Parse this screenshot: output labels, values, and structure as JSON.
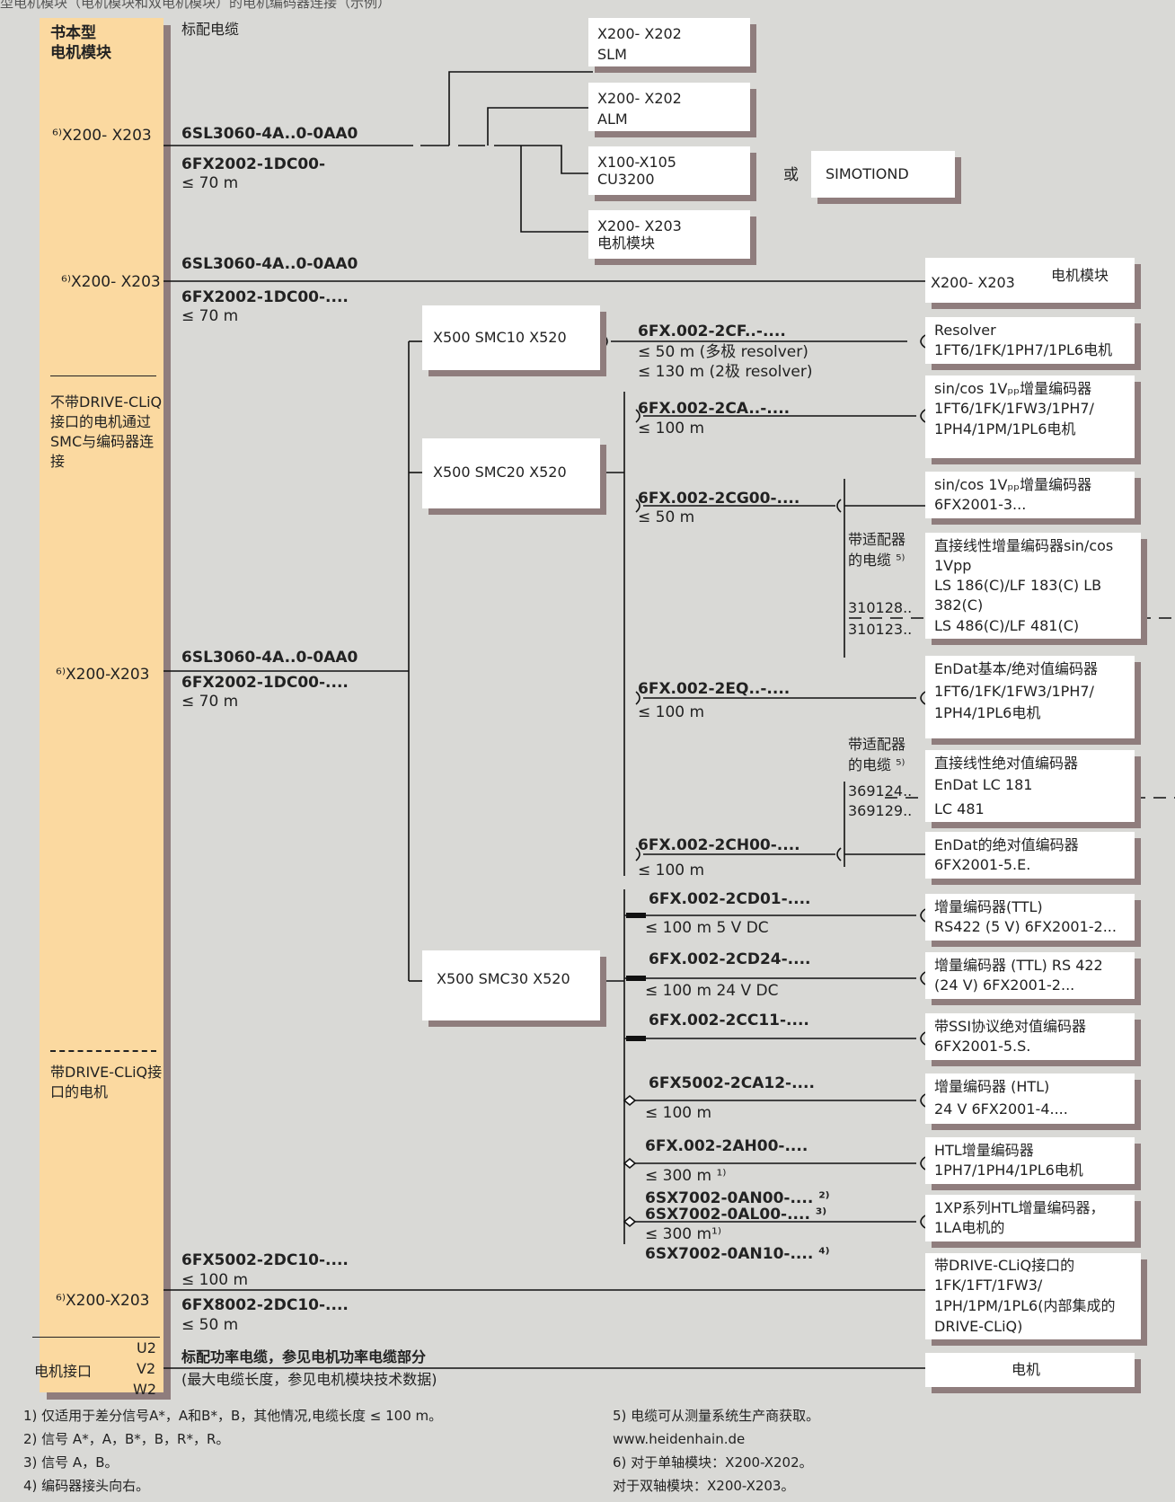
{
  "header_fragment": "型电机模块（电机模块和双电机模块）的电机编码器连接（示例）",
  "sidebar": {
    "title_line1": "书本型",
    "title_line2": "电机模块",
    "port1": "⁶⁾X200- X203",
    "port2": "⁶⁾X200- X203",
    "section_smc": [
      "不带DRIVE-CLiQ",
      "接口的电机通过",
      "SMC与编码器连",
      "接"
    ],
    "port3": "⁶⁾X200-X203",
    "section_dcliq": [
      "带DRIVE-CLiQ接",
      "口的电机"
    ],
    "port4": "⁶⁾X200-X203",
    "motor_port_label": "电机接口",
    "motor_terminals": [
      "U2",
      "V2",
      "W2"
    ]
  },
  "top": {
    "std_cable": "标配电缆",
    "cable_a1": "6SL3060-4A..0-0AA0",
    "cable_a2": "6FX2002-1DC00-",
    "len_a": "≤ 70 m",
    "cable_b1": "6SL3060-4A..0-0AA0",
    "cable_b2": "6FX2002-1DC00-....",
    "len_b": "≤ 70 m",
    "or_text": "或",
    "simotion": "SIMOTIOND"
  },
  "targets": {
    "slm": [
      "X200- X202",
      "SLM"
    ],
    "alm": [
      "X200- X202",
      " ALM"
    ],
    "cu": [
      "X100-X105",
      "CU3200"
    ],
    "mm": [
      "X200- X203",
      "电机模块"
    ],
    "mm2_port": "X200- X203",
    "mm2_label": "电机模块"
  },
  "smc": {
    "smc10": "X500 SMC10 X520",
    "smc20": "X500 SMC20 X520",
    "smc30": "X500 SMC30 X520",
    "main_cable1": "6SL3060-4A..0-0AA0",
    "main_cable2": "6FX2002-1DC00-....",
    "main_len": "≤ 70 m"
  },
  "cables": {
    "c1": "6FX.002-2CF..-....",
    "c1_len1": "≤ 50 m (多极 resolver)",
    "c1_len2": "≤ 130 m  (2极 resolver)",
    "c2": "6FX.002-2CA..-....",
    "c2_len": "≤ 100 m",
    "c3": "6FX.002-2CG00-....",
    "c3_len": "≤ 50 m",
    "adapter1": [
      "带适配器",
      "的电缆 ⁵⁾",
      "310128..",
      "310123.."
    ],
    "c4": "6FX.002-2EQ..-....",
    "c4_len": "≤ 100 m",
    "adapter2": [
      "带适配器",
      "的电缆 ⁵⁾",
      "369124..",
      "369129.."
    ],
    "c5": "6FX.002-2CH00-....",
    "c5_len": "≤ 100 m",
    "c6": "6FX.002-2CD01-....",
    "c6_len": "≤ 100 m 5 V DC",
    "c7": "6FX.002-2CD24-....",
    "c7_len": "≤ 100 m 24 V DC",
    "c8": "6FX.002-2CC11-....",
    "c9": "6FX5002-2CA12-....",
    "c9_len": "≤ 100 m",
    "c10": "6FX.002-2AH00-....",
    "c10_len": "≤ 300 m ¹⁾",
    "c11a": "6SX7002-0AN00-.... ²⁾",
    "c11b": "6SX7002-0AL00-.... ³⁾",
    "c11_len": "≤ 300 m¹⁾",
    "c11c": "6SX7002-0AN10-.... ⁴⁾",
    "d1": "6FX5002-2DC10-....",
    "d1_len": "≤ 100 m",
    "d2": "6FX8002-2DC10-....",
    "d2_len": "≤ 50 m",
    "power1": "标配功率电缆，参见电机功率电缆部分",
    "power2": "(最大电缆长度，参见电机模块技术数据)"
  },
  "encoders": {
    "e1": [
      "Resolver",
      "1FT6/1FK/1PH7/1PL6电机"
    ],
    "e2": [
      "sin/cos 1Vₚₚ增量编码器",
      "1FT6/1FK/1FW3/1PH7/",
      "1PH4/1PM/1PL6电机"
    ],
    "e3": [
      "sin/cos 1Vₚₚ增量编码器",
      "6FX2001-3..."
    ],
    "e4": [
      "直接线性增量编码器sin/cos",
      "1Vpp",
      "LS 186(C)/LF 183(C) LB",
      "382(C)",
      "LS 486(C)/LF 481(C)"
    ],
    "e5": [
      "EnDat基本/绝对值编码器",
      "1FT6/1FK/1FW3/1PH7/",
      "1PH4/1PL6电机"
    ],
    "e6": [
      "直接线性绝对值编码器",
      "EnDat LC 181",
      "LC 481"
    ],
    "e7": [
      "EnDat的绝对值编码器",
      "6FX2001-5.E."
    ],
    "e8": [
      "增量编码器(TTL)",
      "RS422 (5 V) 6FX2001-2..."
    ],
    "e9": [
      "增量编码器 (TTL) RS 422",
      "(24 V)  6FX2001-2..."
    ],
    "e10": [
      "带SSI协议绝对值编码器",
      "6FX2001-5.S."
    ],
    "e11": [
      "增量编码器 (HTL)",
      "24 V  6FX2001-4...."
    ],
    "e12": [
      "HTL增量编码器",
      "1PH7/1PH4/1PL6电机"
    ],
    "e13": [
      "1XP系列HTL增量编码器，",
      "1LA电机的"
    ],
    "e14": [
      "带DRIVE-CLiQ接口的",
      "1FK/1FT/1FW3/",
      "1PH/1PM/1PL6(内部集成的",
      "DRIVE-CLiQ)"
    ],
    "motor": "电机"
  },
  "footnotes": {
    "left": [
      "1)  仅适用于差分信号A*，A和B*，B，其他情况,电缆长度 ≤ 100 m。",
      "2)  信号 A*，A，B*，B，R*，R。",
      "3)  信号 A，B。",
      "4)  编码器接头向右。"
    ],
    "right": [
      "5)  电缆可从测量系统生产商获取。",
      "      www.heidenhain.de",
      "6)  对于单轴模块：X200-X202。",
      "      对于双轴模块：X200-X203。"
    ]
  }
}
